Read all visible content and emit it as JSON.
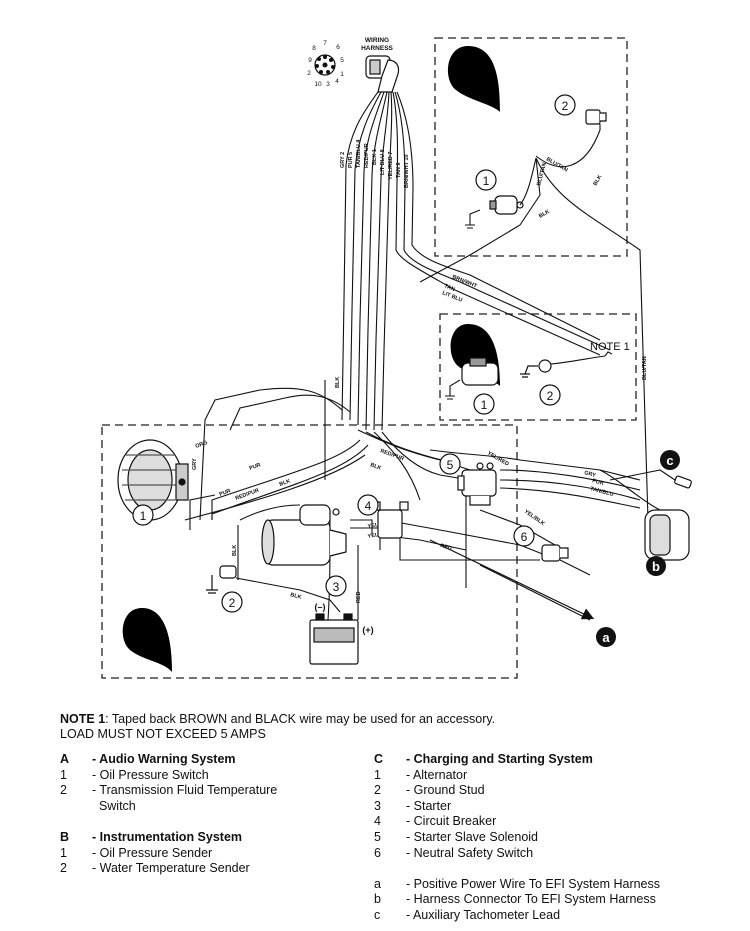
{
  "diagram": {
    "harness_label": [
      "WIRING",
      "HARNESS"
    ],
    "pin_numbers": [
      "7",
      "8",
      "6",
      "9",
      "5",
      "2",
      "1",
      "10",
      "3",
      "4"
    ],
    "wire_labels_harness": [
      "GRY 2",
      "PUR 5",
      "TAN/BLU 4",
      "RED/PUR",
      "BLK 1",
      "LIT BLU 8",
      "YEL/RED 7",
      "TAN 9",
      "BRN/WHT 10"
    ],
    "wire_labels_misc": {
      "brnwht": "BRN/WHT",
      "tan": "TAN",
      "litblu": "LIT BLU",
      "blu_tan1": "BLU/TAN",
      "blu_tan2": "BLU/TAN",
      "blu_tan3": "BLU/TAN",
      "blk_a1": "BLK",
      "blk_a2": "BLK",
      "blk_b": "BLK",
      "gry": "GRY",
      "org": "ORG",
      "pur1": "PUR",
      "pur2": "PUR",
      "redpur1": "RED/PUR",
      "redpur2": "RED/PUR",
      "blk_c1": "BLK",
      "blk_c2": "BLK",
      "blk_c3": "BLK",
      "blk_c4": "BLK",
      "red1": "RED",
      "red2": "RED",
      "yelred1": "YEL/RED",
      "yelred2": "YEL/RED",
      "yelred3": "YEL/RED",
      "yelblk": "YEL/BLK",
      "gry2": "GRY",
      "pur3": "PUR",
      "tanblu": "TAN/BLU"
    },
    "callouts": {
      "a_sw": "1",
      "a_sw2": "2",
      "b_s1": "1",
      "b_s2": "2",
      "c1": "1",
      "c2": "2",
      "c3": "3",
      "c4": "4",
      "c5": "5",
      "c6": "6"
    },
    "note_callout": "NOTE 1",
    "battery_neg": "(–)",
    "battery_pos": "(+)",
    "letter_a": "a",
    "letter_b": "b",
    "letter_c": "c"
  },
  "note": {
    "label": "NOTE 1",
    "text": ": Taped back BROWN and BLACK wire may be used for an accessory.",
    "line2": "LOAD MUST NOT EXCEED 5 AMPS"
  },
  "legend_left": [
    {
      "letter": "A",
      "text": "- Audio Warning System",
      "head": true
    },
    {
      "letter": "1",
      "text": "- Oil Pressure Switch"
    },
    {
      "letter": "2",
      "text": "- Transmission Fluid Temperature"
    },
    {
      "letter": "",
      "text": "  Switch"
    },
    {
      "letter": "",
      "text": ""
    },
    {
      "letter": "B",
      "text": "- Instrumentation System",
      "head": true
    },
    {
      "letter": "1",
      "text": "- Oil Pressure Sender"
    },
    {
      "letter": "2",
      "text": "- Water Temperature Sender"
    }
  ],
  "legend_right": [
    {
      "letter": "C",
      "text": "- Charging and Starting System",
      "head": true
    },
    {
      "letter": "1",
      "text": "- Alternator"
    },
    {
      "letter": "2",
      "text": "- Ground Stud"
    },
    {
      "letter": "3",
      "text": "- Starter"
    },
    {
      "letter": "4",
      "text": "- Circuit Breaker"
    },
    {
      "letter": "5",
      "text": "- Starter Slave Solenoid"
    },
    {
      "letter": "6",
      "text": "- Neutral Safety Switch"
    },
    {
      "letter": "",
      "text": ""
    },
    {
      "letter": "a",
      "text": "- Positive Power Wire To EFI System Harness"
    },
    {
      "letter": "b",
      "text": "- Harness Connector To EFI System Harness"
    },
    {
      "letter": "c",
      "text": "- Auxiliary Tachometer Lead"
    }
  ]
}
